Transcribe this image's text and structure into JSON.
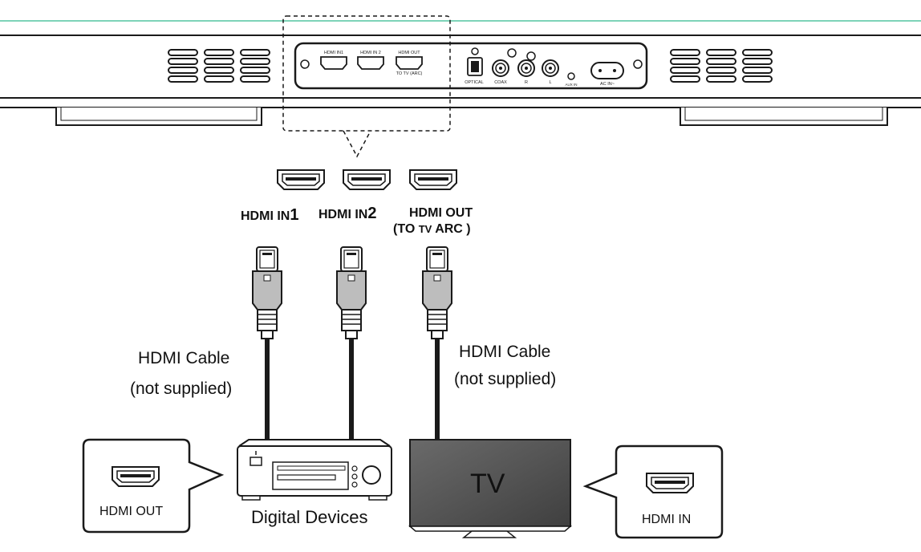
{
  "panel": {
    "port_hdmi_in1": "HDMI IN1",
    "port_hdmi_in2": "HDMI IN 2",
    "port_hdmi_out": "HDMI OUT",
    "port_hdmi_out_sub": "TO TV (ARC)",
    "port_optical": "OPTICAL",
    "port_coax": "COAX",
    "port_r": "R",
    "port_l": "L",
    "port_aux": "AUX IN",
    "port_ac": "AC IN~"
  },
  "ports": {
    "in1_main": "HDMI IN",
    "in1_num": "1",
    "in2_main": "HDMI IN",
    "in2_num": "2",
    "out_line1": "HDMI OUT",
    "out_line2_open": "(TO ",
    "out_line2_tv": "TV",
    "out_line2_close": "ARC )"
  },
  "cables": {
    "left_line1": "HDMI  Cable",
    "left_line2": "(not supplied)",
    "right_line1": "HDMI  Cable",
    "right_line2": "(not supplied)"
  },
  "devices": {
    "digital_label": "Digital  Devices",
    "tv_label": "TV",
    "callout_left": "HDMI OUT",
    "callout_right": "HDMI  IN"
  },
  "colors": {
    "accent_line": "#7dd3b8",
    "tv_fill": "#555555",
    "stroke": "#1a1a1a"
  }
}
